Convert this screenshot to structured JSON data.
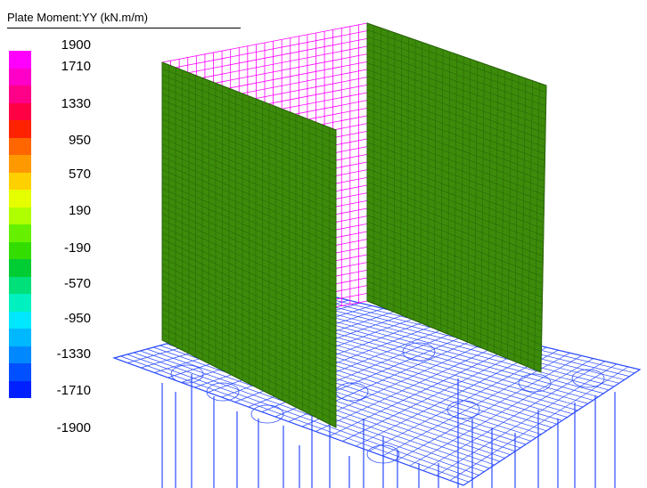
{
  "legend": {
    "title": "Plate Moment:YY  (kN.m/m)",
    "ticks": [
      "1900",
      "1710",
      "1330",
      "950",
      "570",
      "190",
      "-190",
      "-570",
      "-950",
      "-1330",
      "-1710",
      "-1900"
    ],
    "swatch_colors": [
      "#ff00ff",
      "#ff00c8",
      "#ff0088",
      "#ff0044",
      "#ff2200",
      "#ff6600",
      "#ff9900",
      "#ffd000",
      "#e6ff00",
      "#b0ff00",
      "#66f000",
      "#33dd00",
      "#00cc33",
      "#00e07a",
      "#00f0c0",
      "#00e8ff",
      "#00b8ff",
      "#0088ff",
      "#0050ff",
      "#0020ff"
    ]
  },
  "scene": {
    "wall_fill_color": "#3c8b0a",
    "wall_grid_color": "#2a6a08",
    "back_wall_mesh_color": "#ff00ff",
    "floor_mesh_color": "#2b4bff"
  }
}
